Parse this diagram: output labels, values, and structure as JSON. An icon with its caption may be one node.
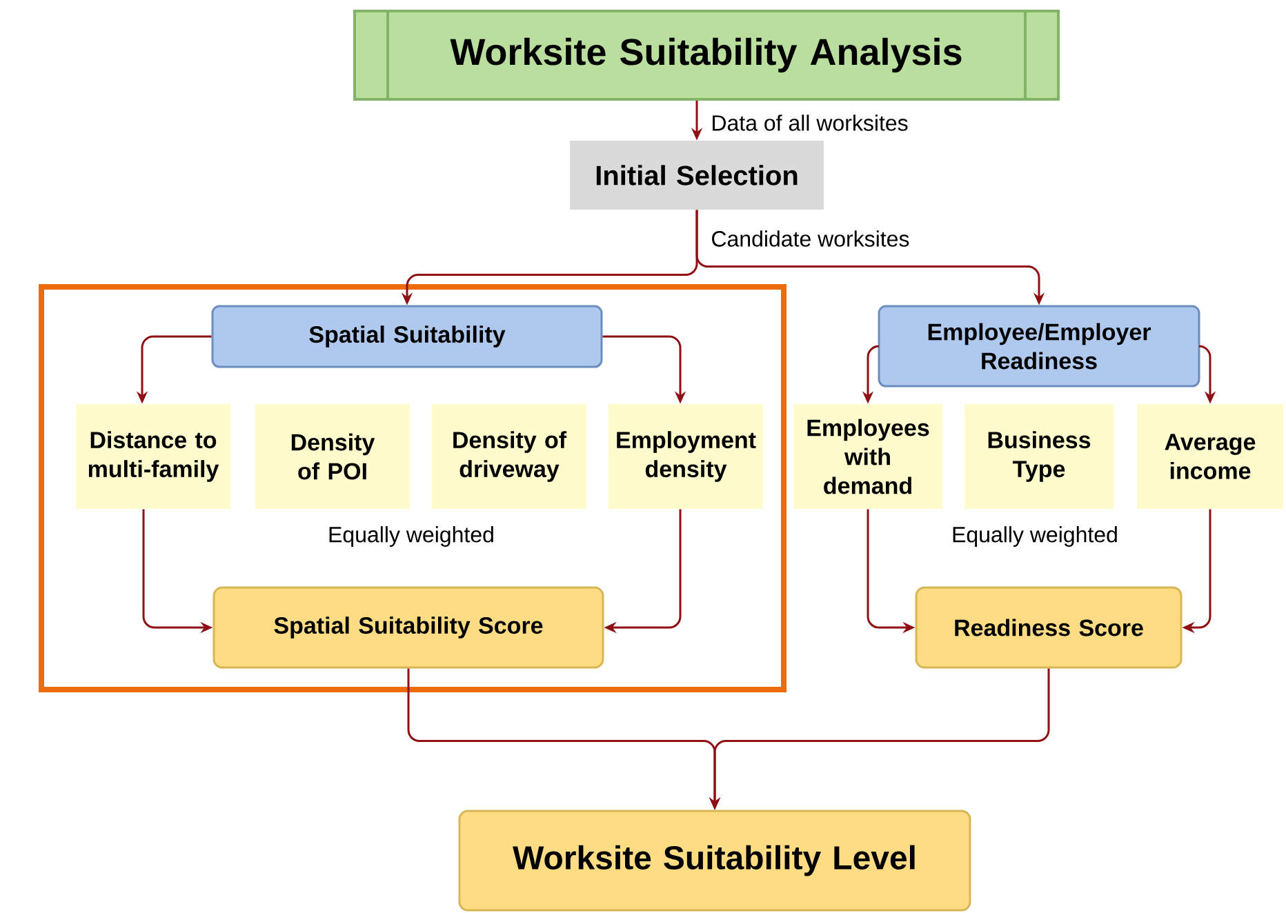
{
  "diagram": {
    "nodes": [
      {
        "text": [
          "Worksite Suitability Analysis"
        ]
      },
      {
        "text": [
          "Initial Selection"
        ]
      },
      {
        "text": [],
        "shape": "box"
      },
      {
        "text": [
          "Spatial Suitability"
        ],
        "in": 2
      },
      {
        "text": [
          "Employee/Employer Readiness"
        ]
      },
      {
        "text": [
          "Distance to multi-family"
        ],
        "in": 2
      },
      {
        "text": [
          "Density of POI"
        ],
        "in": 2
      },
      {
        "text": [
          "Density of driveway"
        ],
        "in": 2
      },
      {
        "text": [
          "Employment density"
        ],
        "in": 2
      },
      {
        "text": [
          "Employees with demand"
        ]
      },
      {
        "text": [
          "Business Type"
        ]
      },
      {
        "text": [
          "Average income"
        ]
      },
      {
        "text": [
          "Spatial Suitability Score"
        ],
        "in": 2
      },
      {
        "text": [
          "Readiness Score"
        ]
      },
      {
        "text": [
          "Worksite Suitability Level"
        ]
      }
    ],
    "edges": [
      {
        "from": 0,
        "to": 1,
        "arrow": "to",
        "label": "Data of all worksites"
      },
      {
        "from": 1,
        "to": 3,
        "arrow": "to"
      },
      {
        "from": 1,
        "to": 4,
        "arrow": "to",
        "label": "Candidate worksites"
      },
      {
        "from": 3,
        "to": 5,
        "arrow": "to"
      },
      {
        "from": 3,
        "to": 8,
        "arrow": "to"
      },
      {
        "from": 4,
        "to": 9,
        "arrow": "to"
      },
      {
        "from": 4,
        "to": 11,
        "arrow": "to"
      },
      {
        "from": 5,
        "to": 12,
        "arrow": "to"
      },
      {
        "from": 8,
        "to": 12,
        "arrow": "to"
      },
      {
        "from": 9,
        "to": 13,
        "arrow": "to"
      },
      {
        "from": 11,
        "to": 13,
        "arrow": "to"
      },
      {
        "from": 12,
        "to": 14,
        "arrow": "to"
      },
      {
        "from": 13,
        "to": 14,
        "arrow": "to"
      }
    ],
    "labels": [
      "Equally weighted",
      "Equally weighted"
    ]
  }
}
